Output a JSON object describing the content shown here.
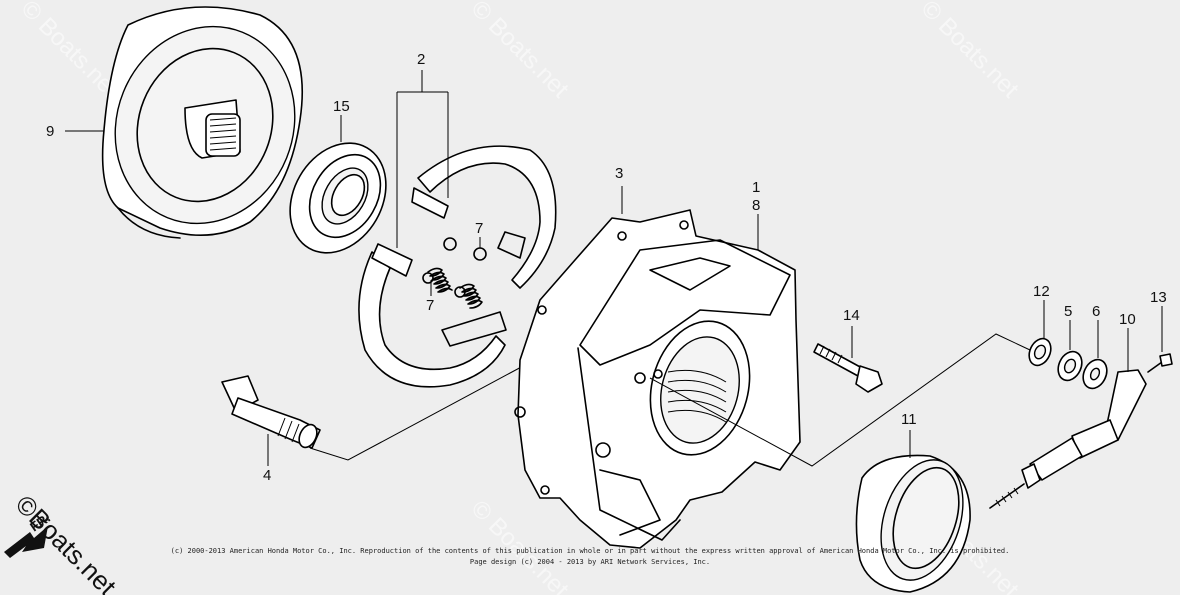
{
  "watermark": "© Boats.net",
  "callouts": {
    "part_1": "1",
    "part_2": "2",
    "part_3": "3",
    "part_4": "4",
    "part_5": "5",
    "part_6": "6",
    "part_7a": "7",
    "part_7b": "7",
    "part_8": "8",
    "part_9": "9",
    "part_10": "10",
    "part_11": "11",
    "part_12": "12",
    "part_13": "13",
    "part_14": "14",
    "part_15": "15"
  },
  "copyright_line_1": "(c) 2000-2013 American Honda Motor Co., Inc. Reproduction of the contents of this publication in whole or in part without the express written approval of American Honda Motor Co., Inc. is prohibited.",
  "copyright_line_2": "Page design (c) 2004 - 2013 by ARI Network Services, Inc.",
  "orientation_arrow_label": "FR.",
  "corner_brand": "©Boats.net",
  "colors": {
    "background": "#eeeeee",
    "line": "#000000"
  }
}
